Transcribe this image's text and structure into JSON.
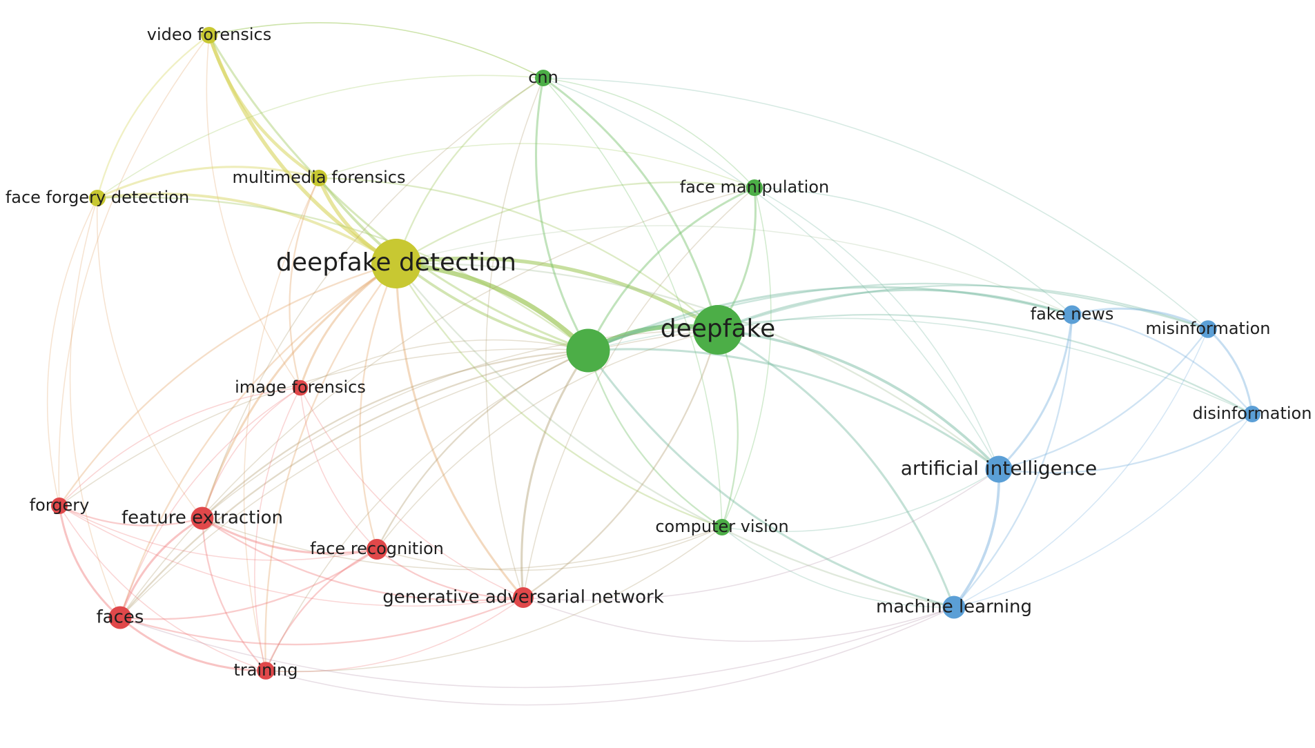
{
  "cluster_colors": {
    "yellow": "#c8c832",
    "green": "#4cae47",
    "red": "#e0484a",
    "blue": "#5b9fd6"
  },
  "nodes": [
    {
      "id": "video-forensics",
      "label": "video forensics",
      "cluster": "yellow",
      "weight": 8
    },
    {
      "id": "face-forgery-detection",
      "label": "face forgery detection",
      "cluster": "yellow",
      "weight": 8
    },
    {
      "id": "multimedia-forensics",
      "label": "multimedia forensics",
      "cluster": "yellow",
      "weight": 8
    },
    {
      "id": "deepfake-detection",
      "label": "deepfake detection",
      "cluster": "yellow",
      "weight": 40
    },
    {
      "id": "cnn",
      "label": "cnn",
      "cluster": "green",
      "weight": 8
    },
    {
      "id": "face-manipulation",
      "label": "face manipulation",
      "cluster": "green",
      "weight": 8
    },
    {
      "id": "deepfakes",
      "label": "",
      "cluster": "green",
      "weight": 34
    },
    {
      "id": "deepfake",
      "label": "deepfake",
      "cluster": "green",
      "weight": 40
    },
    {
      "id": "computer-vision",
      "label": "computer vision",
      "cluster": "green",
      "weight": 8
    },
    {
      "id": "image-forensics",
      "label": "image forensics",
      "cluster": "red",
      "weight": 7
    },
    {
      "id": "forgery",
      "label": "forgery",
      "cluster": "red",
      "weight": 8
    },
    {
      "id": "feature-extraction",
      "label": "feature extraction",
      "cluster": "red",
      "weight": 14
    },
    {
      "id": "face-recognition",
      "label": "face recognition",
      "cluster": "red",
      "weight": 12
    },
    {
      "id": "generative-adversarial-network",
      "label": "generative adversarial network",
      "cluster": "red",
      "weight": 12
    },
    {
      "id": "faces",
      "label": "faces",
      "cluster": "red",
      "weight": 14
    },
    {
      "id": "training",
      "label": "training",
      "cluster": "red",
      "weight": 9
    },
    {
      "id": "fake-news",
      "label": "fake news",
      "cluster": "blue",
      "weight": 10
    },
    {
      "id": "misinformation",
      "label": "misinformation",
      "cluster": "blue",
      "weight": 9
    },
    {
      "id": "disinformation",
      "label": "disinformation",
      "cluster": "blue",
      "weight": 8
    },
    {
      "id": "artificial-intelligence",
      "label": "artificial intelligence",
      "cluster": "blue",
      "weight": 18
    },
    {
      "id": "machine-learning",
      "label": "machine learning",
      "cluster": "blue",
      "weight": 14
    }
  ],
  "links": [
    [
      "video-forensics",
      "multimedia-forensics",
      5
    ],
    [
      "video-forensics",
      "deepfake-detection",
      6
    ],
    [
      "video-forensics",
      "face-forgery-detection",
      2
    ],
    [
      "video-forensics",
      "deepfakes",
      3
    ],
    [
      "video-forensics",
      "cnn",
      1
    ],
    [
      "video-forensics",
      "forgery",
      1
    ],
    [
      "video-forensics",
      "image-forensics",
      1
    ],
    [
      "face-forgery-detection",
      "multimedia-forensics",
      3
    ],
    [
      "face-forgery-detection",
      "deepfake-detection",
      4
    ],
    [
      "face-forgery-detection",
      "deepfakes",
      2
    ],
    [
      "face-forgery-detection",
      "forgery",
      1
    ],
    [
      "face-forgery-detection",
      "faces",
      1
    ],
    [
      "face-forgery-detection",
      "feature-extraction",
      1
    ],
    [
      "multimedia-forensics",
      "deepfake-detection",
      6
    ],
    [
      "multimedia-forensics",
      "deepfakes",
      4
    ],
    [
      "multimedia-forensics",
      "deepfake",
      2
    ],
    [
      "multimedia-forensics",
      "image-forensics",
      2
    ],
    [
      "multimedia-forensics",
      "face-manipulation",
      1
    ],
    [
      "multimedia-forensics",
      "training",
      1
    ],
    [
      "deepfake-detection",
      "deepfakes",
      8
    ],
    [
      "deepfake-detection",
      "deepfake",
      6
    ],
    [
      "deepfake-detection",
      "cnn",
      2
    ],
    [
      "deepfake-detection",
      "face-manipulation",
      2
    ],
    [
      "deepfake-detection",
      "computer-vision",
      2
    ],
    [
      "deepfake-detection",
      "image-forensics",
      3
    ],
    [
      "deepfake-detection",
      "forgery",
      2
    ],
    [
      "deepfake-detection",
      "feature-extraction",
      3
    ],
    [
      "deepfake-detection",
      "face-recognition",
      2
    ],
    [
      "deepfake-detection",
      "generative-adversarial-network",
      3
    ],
    [
      "deepfake-detection",
      "faces",
      2
    ],
    [
      "deepfake-detection",
      "training",
      2
    ],
    [
      "deepfake-detection",
      "artificial-intelligence",
      2
    ],
    [
      "deepfake-detection",
      "machine-learning",
      2
    ],
    [
      "deepfake-detection",
      "fake-news",
      1
    ],
    [
      "cnn",
      "deepfakes",
      3
    ],
    [
      "cnn",
      "deepfake",
      3
    ],
    [
      "cnn",
      "face-manipulation",
      1
    ],
    [
      "cnn",
      "computer-vision",
      1
    ],
    [
      "cnn",
      "generative-adversarial-network",
      1
    ],
    [
      "cnn",
      "artificial-intelligence",
      1
    ],
    [
      "cnn",
      "feature-extraction",
      1
    ],
    [
      "face-manipulation",
      "deepfakes",
      3
    ],
    [
      "face-manipulation",
      "deepfake",
      3
    ],
    [
      "face-manipulation",
      "artificial-intelligence",
      1
    ],
    [
      "face-manipulation",
      "fake-news",
      1
    ],
    [
      "face-manipulation",
      "computer-vision",
      1
    ],
    [
      "face-manipulation",
      "generative-adversarial-network",
      1
    ],
    [
      "face-manipulation",
      "faces",
      1
    ],
    [
      "deepfakes",
      "deepfake",
      8
    ],
    [
      "deepfakes",
      "computer-vision",
      2
    ],
    [
      "deepfakes",
      "generative-adversarial-network",
      3
    ],
    [
      "deepfakes",
      "feature-extraction",
      2
    ],
    [
      "deepfakes",
      "face-recognition",
      2
    ],
    [
      "deepfakes",
      "faces",
      2
    ],
    [
      "deepfakes",
      "forgery",
      1
    ],
    [
      "deepfakes",
      "training",
      1
    ],
    [
      "deepfakes",
      "artificial-intelligence",
      3
    ],
    [
      "deepfakes",
      "machine-learning",
      3
    ],
    [
      "deepfakes",
      "fake-news",
      3
    ],
    [
      "deepfakes",
      "misinformation",
      2
    ],
    [
      "deepfakes",
      "disinformation",
      1
    ],
    [
      "deepfakes",
      "image-forensics",
      1
    ],
    [
      "deepfake",
      "computer-vision",
      2
    ],
    [
      "deepfake",
      "artificial-intelligence",
      4
    ],
    [
      "deepfake",
      "machine-learning",
      3
    ],
    [
      "deepfake",
      "fake-news",
      3
    ],
    [
      "deepfake",
      "misinformation",
      2
    ],
    [
      "deepfake",
      "disinformation",
      2
    ],
    [
      "deepfake",
      "generative-adversarial-network",
      2
    ],
    [
      "deepfake",
      "face-recognition",
      1
    ],
    [
      "deepfake",
      "feature-extraction",
      1
    ],
    [
      "deepfake",
      "faces",
      1
    ],
    [
      "computer-vision",
      "machine-learning",
      1
    ],
    [
      "computer-vision",
      "artificial-intelligence",
      1
    ],
    [
      "computer-vision",
      "feature-extraction",
      1
    ],
    [
      "computer-vision",
      "face-recognition",
      1
    ],
    [
      "image-forensics",
      "forgery",
      1
    ],
    [
      "image-forensics",
      "feature-extraction",
      1
    ],
    [
      "image-forensics",
      "face-recognition",
      1
    ],
    [
      "image-forensics",
      "generative-adversarial-network",
      1
    ],
    [
      "image-forensics",
      "training",
      1
    ],
    [
      "image-forensics",
      "faces",
      1
    ],
    [
      "forgery",
      "faces",
      3
    ],
    [
      "forgery",
      "feature-extraction",
      2
    ],
    [
      "forgery",
      "face-recognition",
      1
    ],
    [
      "forgery",
      "generative-adversarial-network",
      1
    ],
    [
      "forgery",
      "training",
      1
    ],
    [
      "feature-extraction",
      "faces",
      3
    ],
    [
      "feature-extraction",
      "face-recognition",
      3
    ],
    [
      "feature-extraction",
      "generative-adversarial-network",
      2
    ],
    [
      "feature-extraction",
      "training",
      2
    ],
    [
      "face-recognition",
      "faces",
      2
    ],
    [
      "face-recognition",
      "generative-adversarial-network",
      2
    ],
    [
      "face-recognition",
      "training",
      2
    ],
    [
      "generative-adversarial-network",
      "faces",
      2
    ],
    [
      "generative-adversarial-network",
      "training",
      1
    ],
    [
      "generative-adversarial-network",
      "artificial-intelligence",
      1
    ],
    [
      "generative-adversarial-network",
      "machine-learning",
      1
    ],
    [
      "faces",
      "training",
      3
    ],
    [
      "training",
      "machine-learning",
      1
    ],
    [
      "fake-news",
      "misinformation",
      3
    ],
    [
      "fake-news",
      "disinformation",
      2
    ],
    [
      "fake-news",
      "artificial-intelligence",
      3
    ],
    [
      "fake-news",
      "machine-learning",
      2
    ],
    [
      "misinformation",
      "disinformation",
      3
    ],
    [
      "misinformation",
      "artificial-intelligence",
      2
    ],
    [
      "misinformation",
      "machine-learning",
      1
    ],
    [
      "disinformation",
      "artificial-intelligence",
      2
    ],
    [
      "disinformation",
      "machine-learning",
      1
    ],
    [
      "artificial-intelligence",
      "machine-learning",
      4
    ],
    [
      "cnn",
      "misinformation",
      1
    ],
    [
      "video-forensics",
      "cnn",
      1
    ],
    [
      "face-forgery-detection",
      "cnn",
      1
    ],
    [
      "training",
      "computer-vision",
      1
    ],
    [
      "faces",
      "machine-learning",
      1
    ]
  ]
}
